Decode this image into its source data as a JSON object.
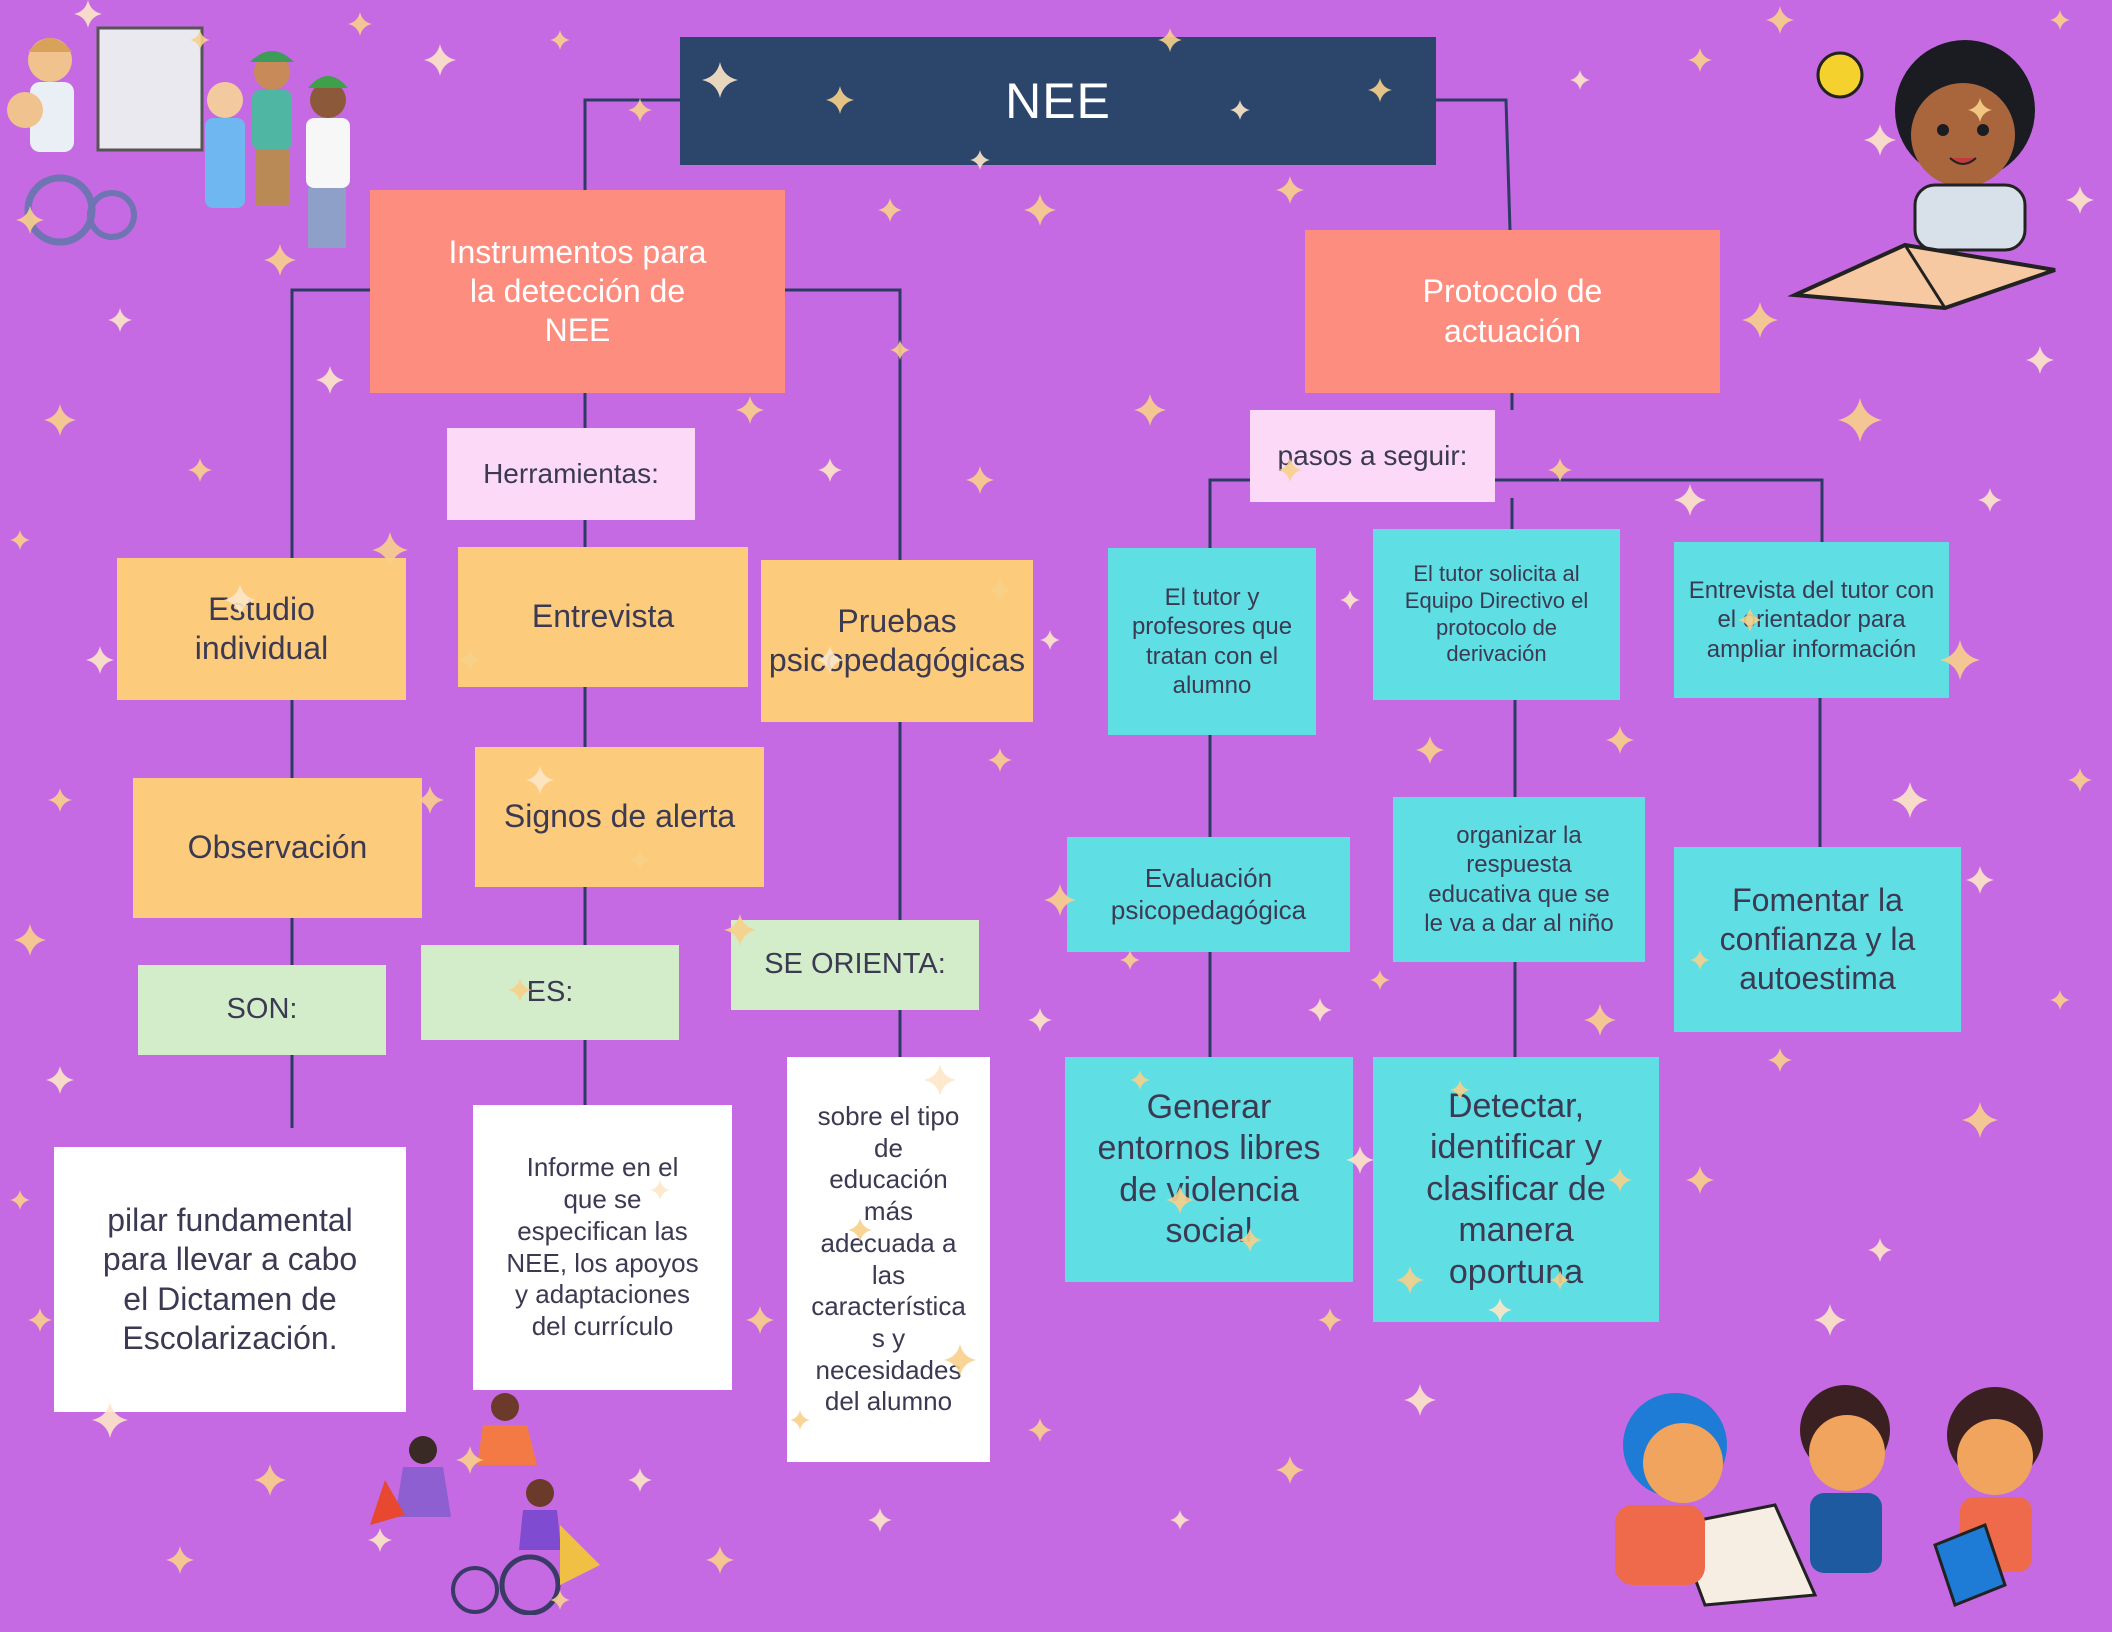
{
  "diagram": {
    "title": "NEE",
    "branches": {
      "instrumentos": "Instrumentos para\nla detección de\nNEE",
      "protocolo": "Protocolo de\nactuación"
    },
    "herramientas_label": "Herramientas:",
    "pasos_label": "pasos a seguir:",
    "left": {
      "estudio": "Estudio\nindividual",
      "observacion": "Observación",
      "son": "SON:",
      "son_text": "pilar fundamental\npara llevar a cabo\nel Dictamen de\nEscolarización.",
      "entrevista": "Entrevista",
      "signos": "Signos de alerta",
      "es": "ES:",
      "es_text": "Informe en el\nque se\nespecifican las\nNEE, los apoyos\ny adaptaciones\ndel currículo",
      "pruebas": "Pruebas\npsicopedagógicas",
      "se_orienta": "SE ORIENTA:",
      "se_orienta_text": "sobre el tipo\nde\neducación\nmás\nadecuada a\nlas\ncaracterística\ns y\nnecesidades\ndel alumno"
    },
    "right": {
      "tutor": "El tutor y\nprofesores que\ntratan con el\nalumno",
      "evaluacion": "Evaluación\npsicopedagógica",
      "generar": "Generar\nentornos libres\nde violencia\nsocial",
      "solicita": "El tutor solicita al\nEquipo Directivo el\nprotocolo de\nderivación",
      "organizar": "organizar la\nrespuesta\neducativa que se\nle va a dar al niño",
      "detectar": "Detectar,\nidentificar y\nclasificar de\nmanera\noportuna",
      "entrevista_orientador": "Entrevista del tutor con\nel orientador para\nampliar información",
      "fomentar": "Fomentar la\nconfianza y la\nautoestima"
    }
  },
  "colors": {
    "background": "#c56ae3",
    "title_box": "#2b456b",
    "salmon": "#fd8d7e",
    "pink": "#fbd9f7",
    "orange": "#fdcb7c",
    "green": "#d3ecc9",
    "cyan": "#5fdee4",
    "white": "#ffffff",
    "line": "#2e3a66",
    "sparkle_gold": "#f7d08a",
    "sparkle_pale": "#fde7c8"
  },
  "illustrations": [
    "children-classroom-illustration",
    "girl-idea-reading-illustration",
    "superhero-kids-illustration",
    "kids-reading-illustration"
  ]
}
